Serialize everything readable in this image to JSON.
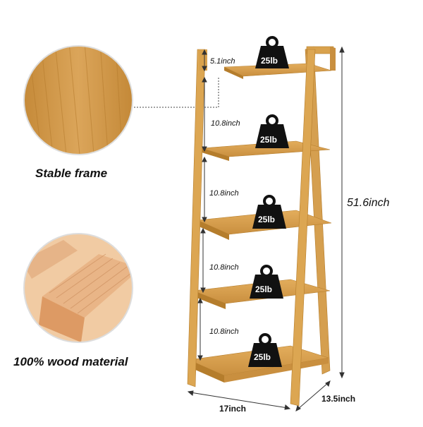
{
  "features": [
    {
      "label": "Stable frame"
    },
    {
      "label": "100% wood material"
    }
  ],
  "dimensions": {
    "top_gap": "5.1inch",
    "shelf_gaps": [
      "10.8inch",
      "10.8inch",
      "10.8inch",
      "10.8inch"
    ],
    "height": "51.6inch",
    "width": "17inch",
    "depth": "13.5inch"
  },
  "weight_capacity": [
    "25lb",
    "25lb",
    "25lb",
    "25lb",
    "25lb"
  ],
  "colors": {
    "bamboo": "#d9a24d",
    "bamboo_dark": "#b57d2c",
    "weight_icon": "#111111"
  }
}
